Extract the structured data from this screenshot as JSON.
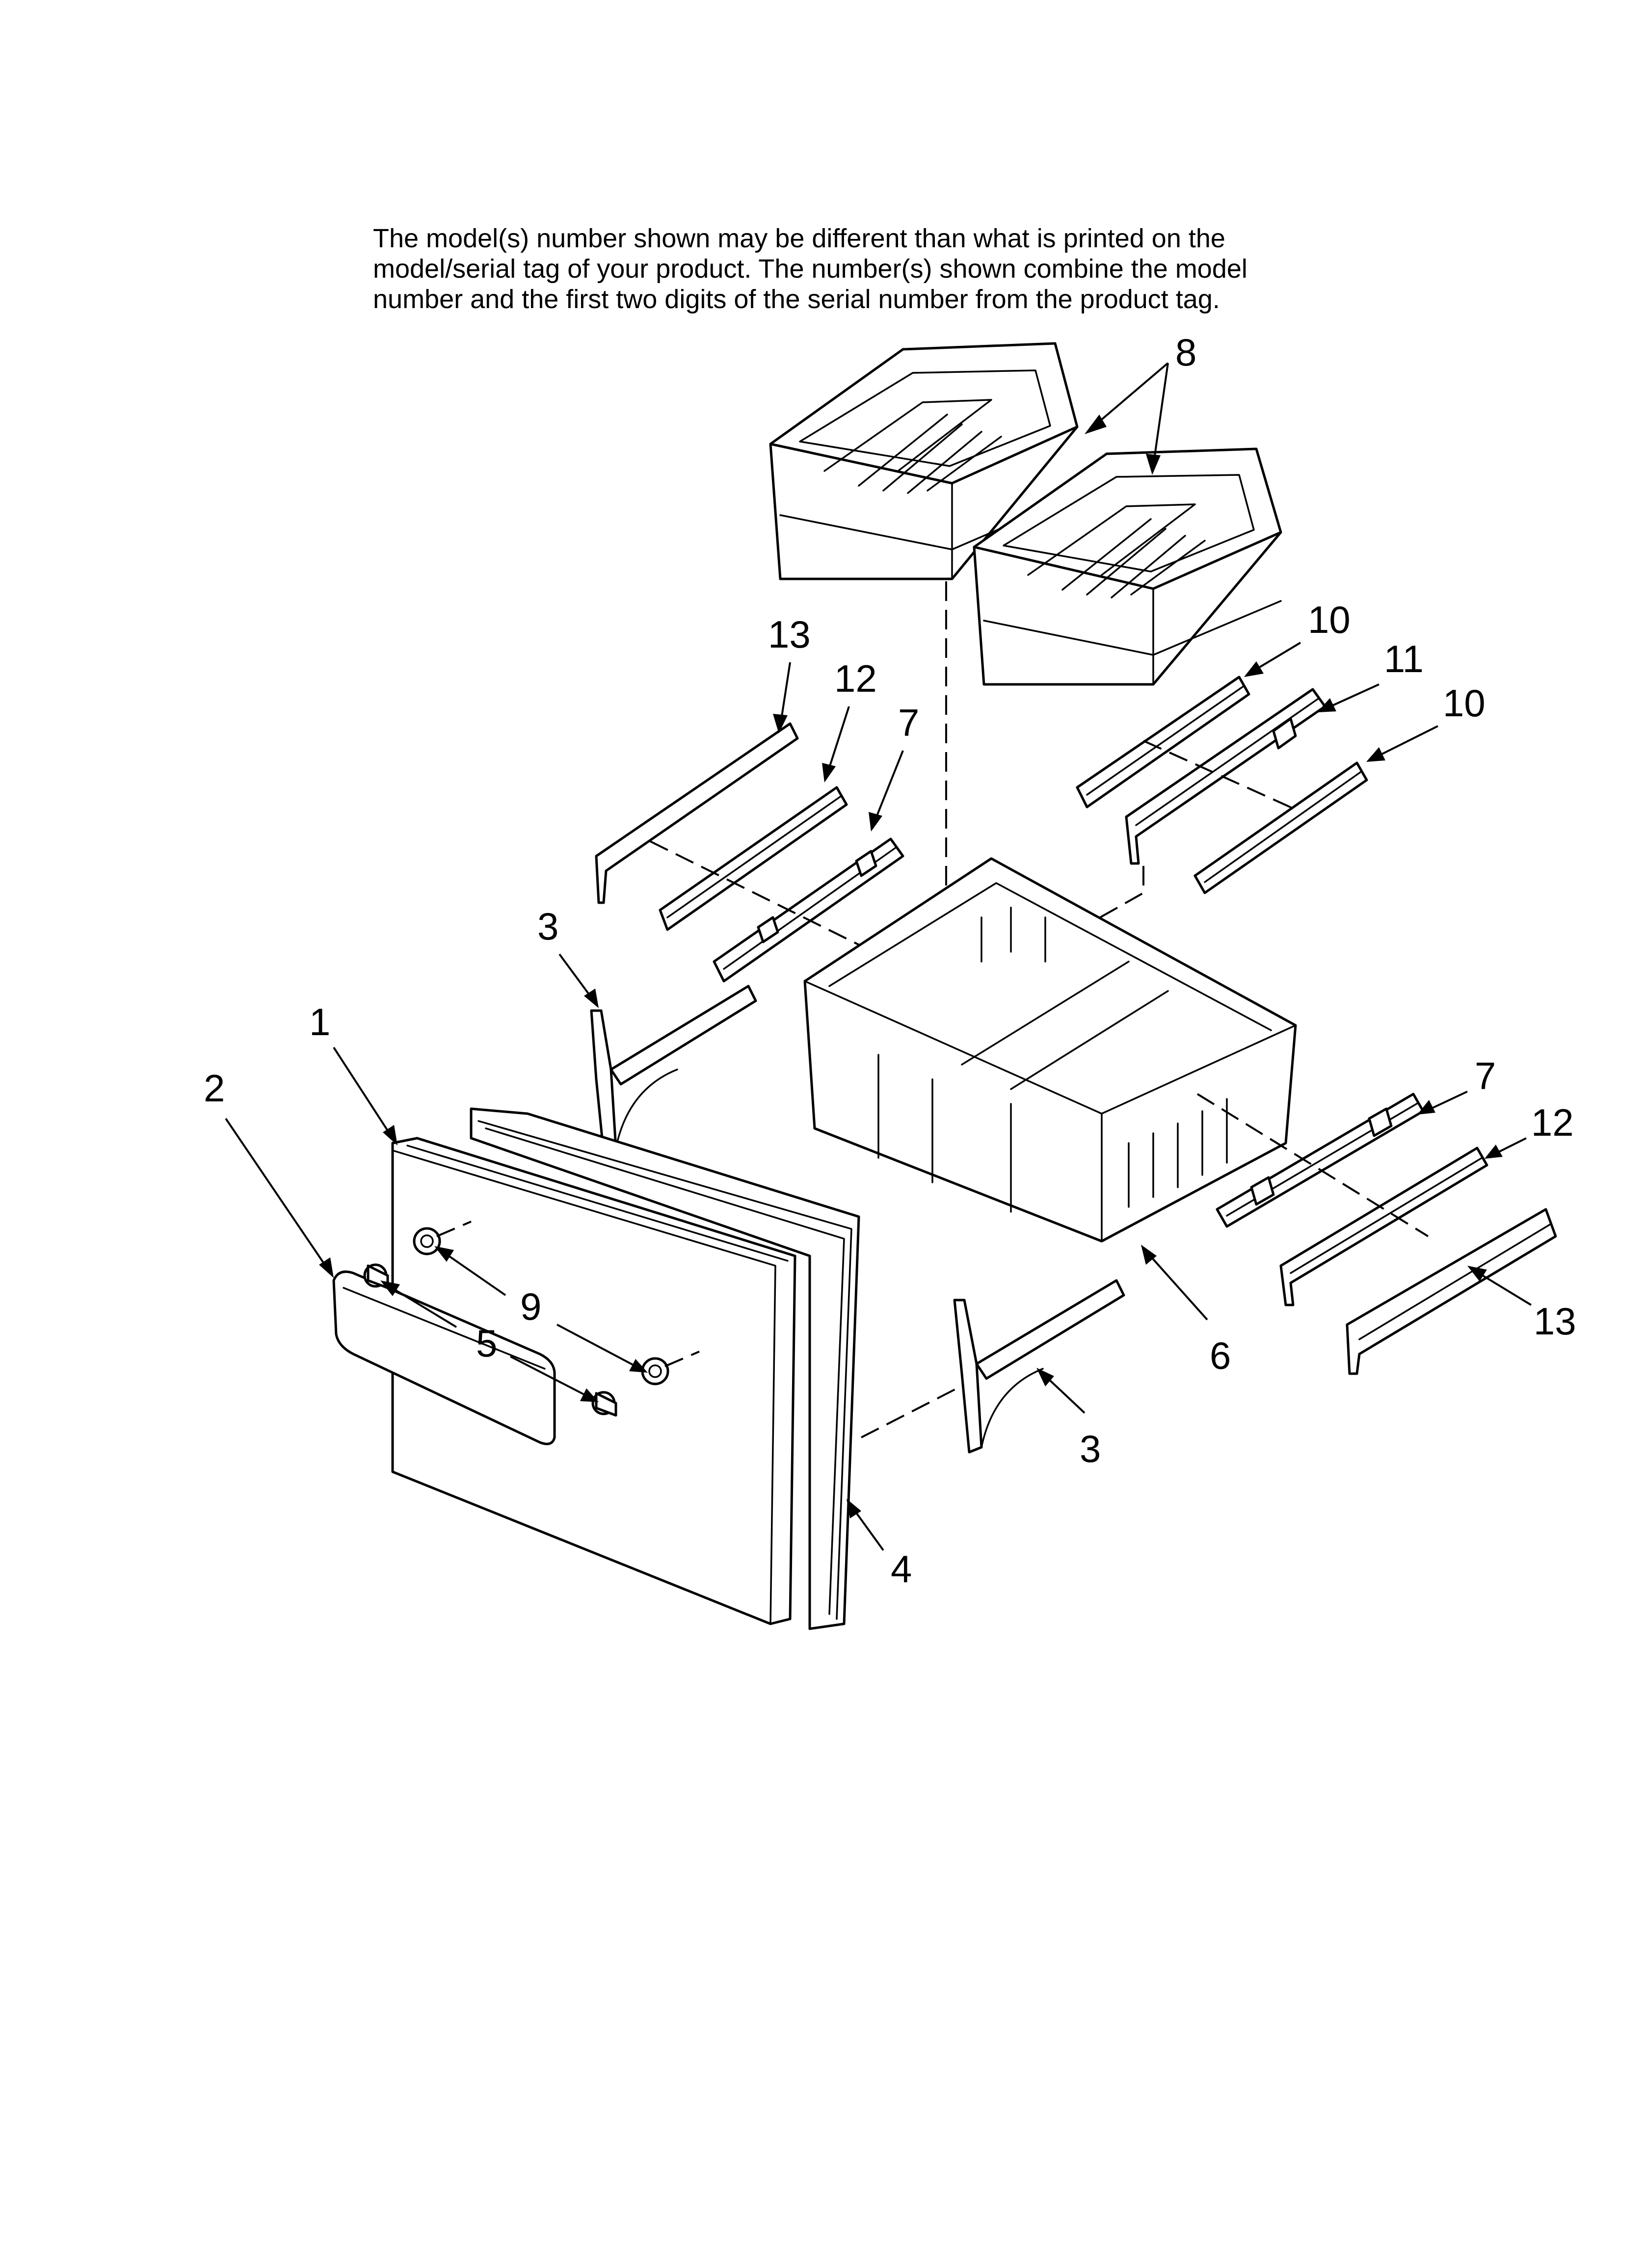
{
  "disclaimer": {
    "line1": "The model(s) number shown may be different than what is printed on the",
    "line2": "model/serial tag of your product. The number(s) shown combine the model",
    "line3": "number and the first two digits of the serial number from the product tag."
  },
  "callouts": {
    "c1": "1",
    "c2": "2",
    "c3_upper": "3",
    "c3_lower": "3",
    "c4": "4",
    "c5": "5",
    "c6": "6",
    "c7_left": "7",
    "c7_right": "7",
    "c8": "8",
    "c9": "9",
    "c10_upper": "10",
    "c10_lower": "10",
    "c11": "11",
    "c12_left": "12",
    "c12_right": "12",
    "c13_left": "13",
    "c13_right": "13"
  }
}
